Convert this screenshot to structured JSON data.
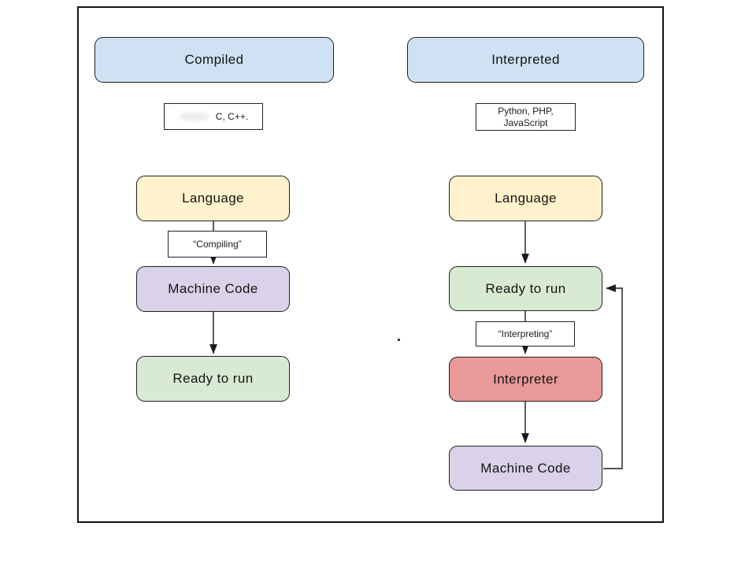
{
  "colors": {
    "blue": "#cfe2f3",
    "yellow": "#fff2cc",
    "purple": "#d9d2e9",
    "green": "#d9ead3",
    "red": "#ea9999",
    "line": "#1a1a1a"
  },
  "left": {
    "header": "Compiled",
    "examples": "C, C++.",
    "language": "Language",
    "edge_label": "“Compiling”",
    "machine_code": "Machine Code",
    "ready": "Ready to run"
  },
  "right": {
    "header": "Interpreted",
    "examples_line1": "Python, PHP,",
    "examples_line2": "JavaScript",
    "language": "Language",
    "ready": "Ready to run",
    "edge_label": "“Interpreting”",
    "interpreter": "Interpreter",
    "machine_code": "Machine Code"
  }
}
